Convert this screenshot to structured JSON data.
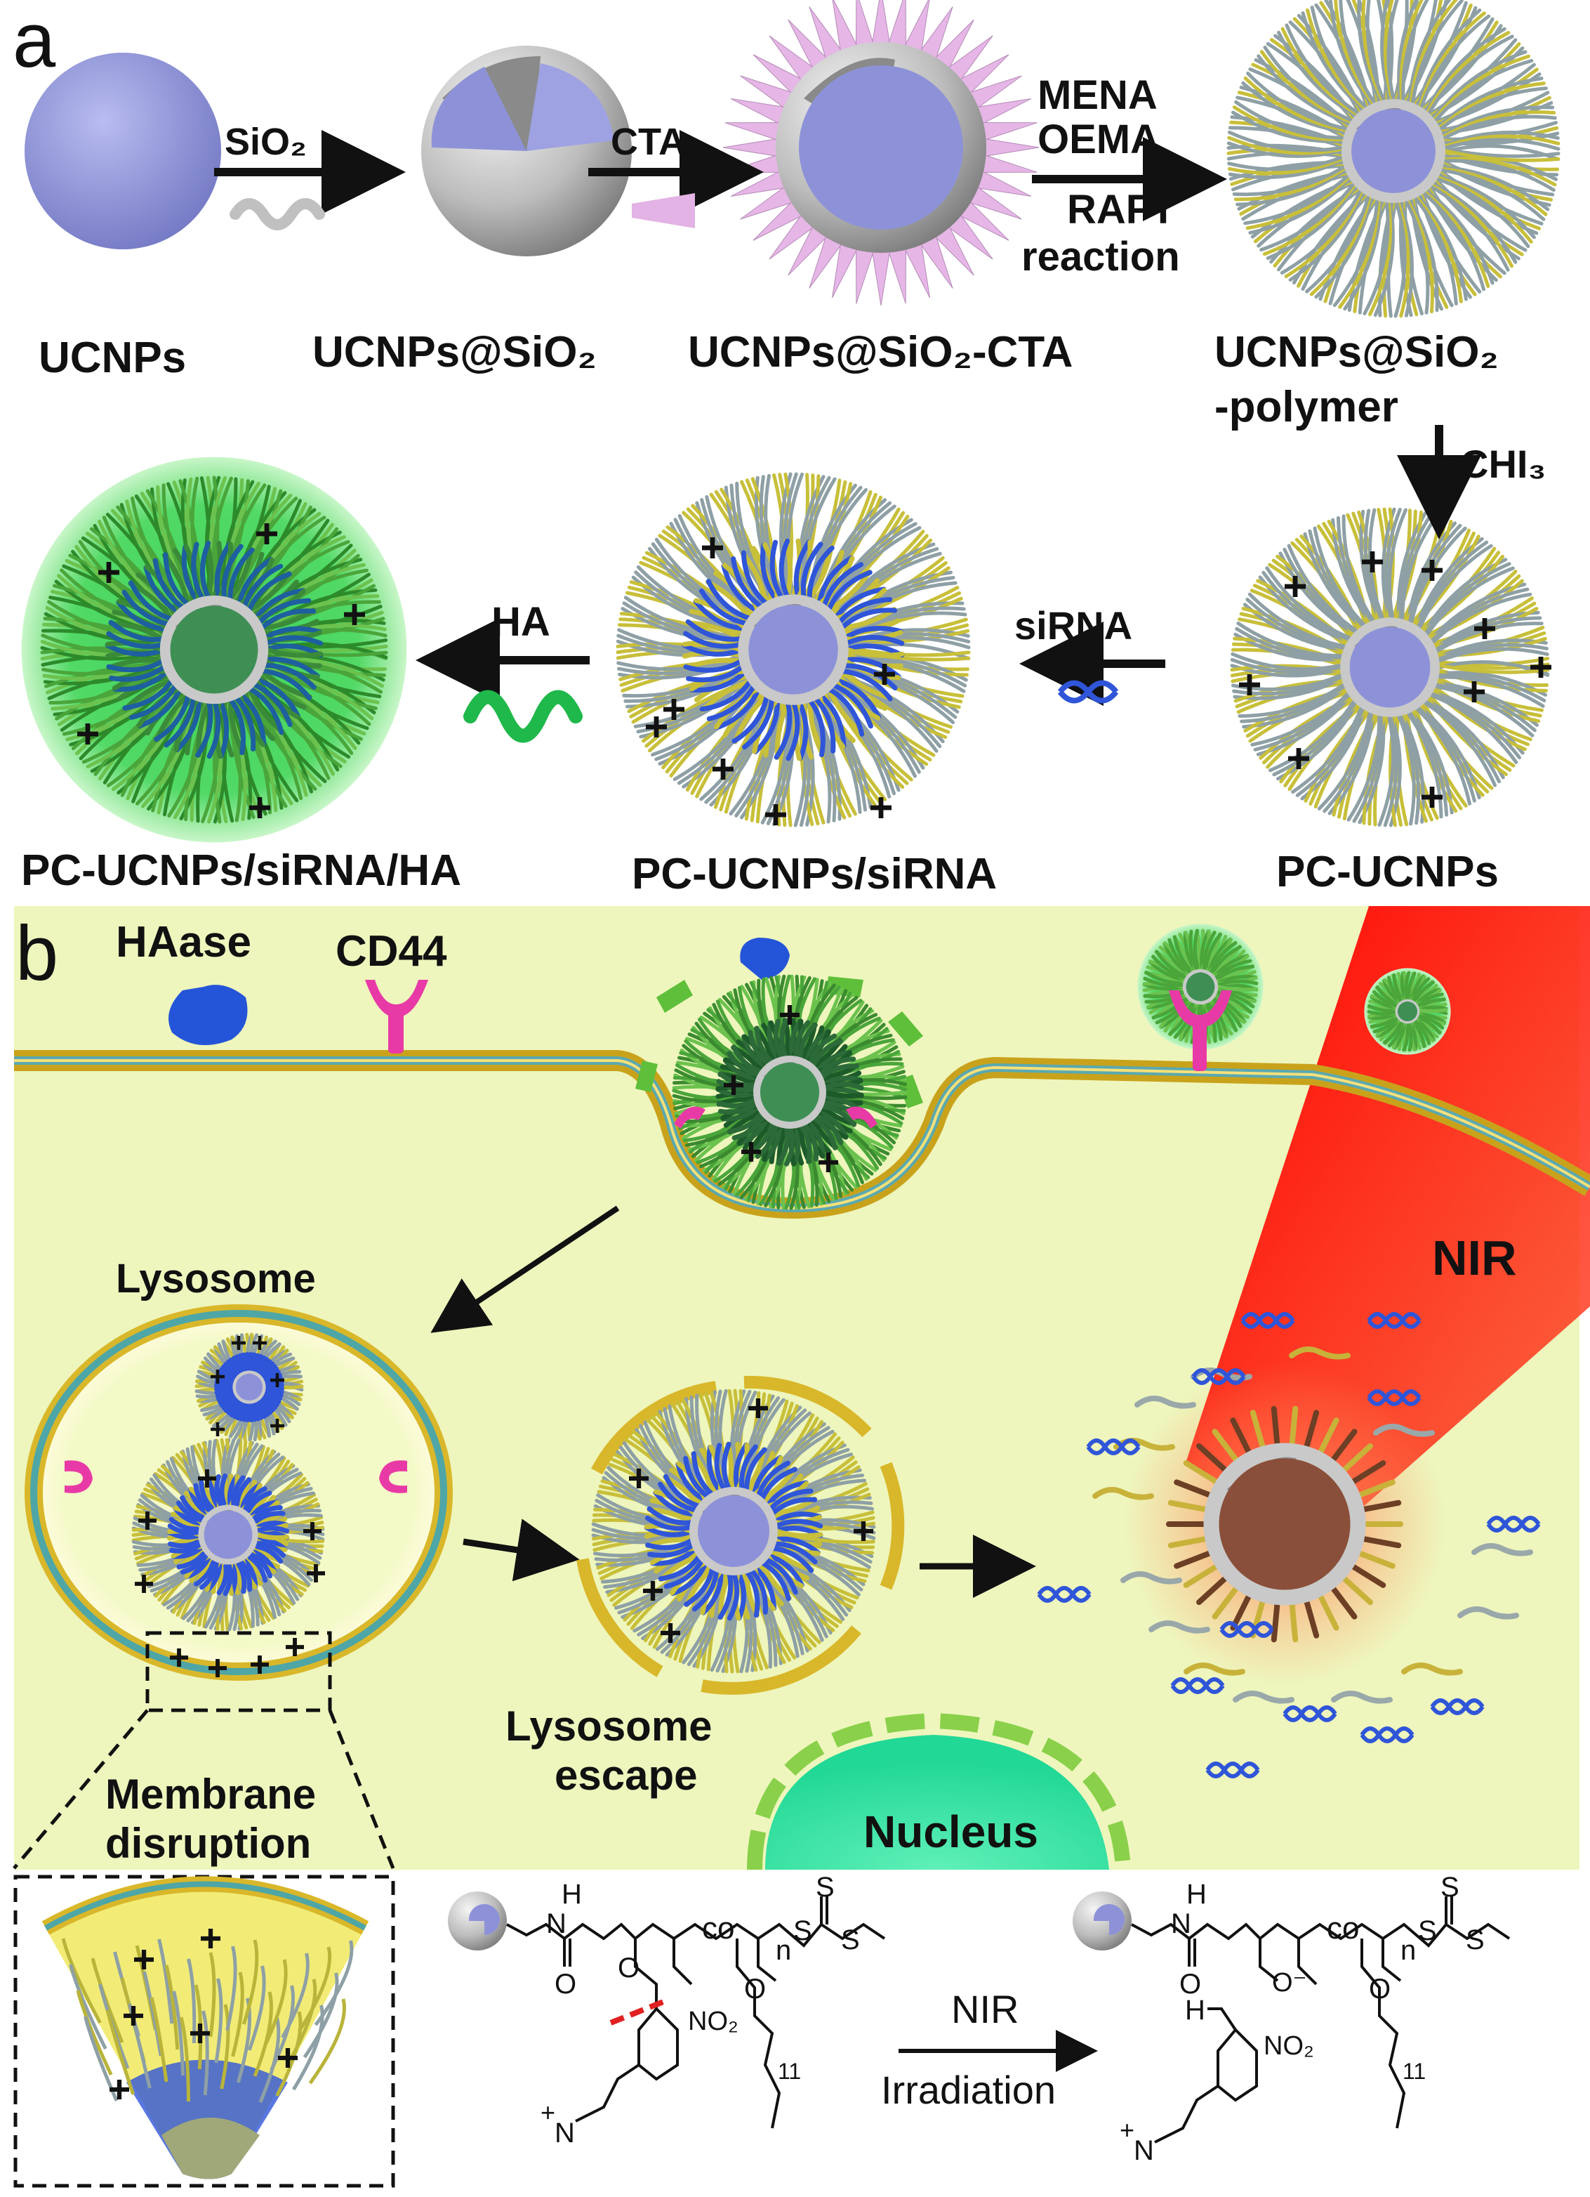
{
  "panel_a": {
    "letter": "a",
    "particles": {
      "ucnps": "UCNPs",
      "ucnps_sio2": "UCNPs@SiO₂",
      "ucnps_sio2_cta": "UCNPs@SiO₂-CTA",
      "ucnps_sio2_polymer_1": "UCNPs@SiO₂",
      "ucnps_sio2_polymer_2": "-polymer",
      "pc_ucnps": "PC-UCNPs",
      "pc_ucnps_sirna": "PC-UCNPs/siRNA",
      "pc_ucnps_sirna_ha": "PC-UCNPs/siRNA/HA"
    },
    "arrows": {
      "sio2": "SiO₂",
      "cta": "CTA",
      "mena": "MENA",
      "oema": "OEMA",
      "raft_1": "RAFT",
      "raft_2": "reaction",
      "chi3": "CHI₃",
      "sirna": "siRNA",
      "ha": "HA"
    }
  },
  "panel_b": {
    "letter": "b",
    "haase": "HAase",
    "cd44": "CD44",
    "lysosome": "Lysosome",
    "nir": "NIR",
    "escape_1": "Lysosome",
    "escape_2": "escape",
    "disruption_1": "Membrane",
    "disruption_2": "disruption",
    "nucleus": "Nucleus"
  },
  "scheme": {
    "nir": "NIR",
    "irradiation": "Irradiation",
    "left": {
      "nh": "N",
      "h": "H",
      "co": "co",
      "n": "n",
      "s1": "S",
      "s2": "S",
      "s3": "S",
      "o1": "O",
      "o2": "O",
      "o3": "O",
      "no2": "NO₂",
      "n11": "11",
      "nplus": "N",
      "plus": "+"
    },
    "right": {
      "nh": "N",
      "h": "H",
      "co": "co",
      "n": "n",
      "s1": "S",
      "s2": "S",
      "s3": "S",
      "o1": "O",
      "ominus": "O⁻",
      "o3": "O",
      "hc": "H",
      "no2": "NO₂",
      "n11": "11",
      "nplus": "N",
      "plus": "+"
    }
  },
  "colors": {
    "core": "#8d92d8",
    "shell": "#b7b7b7",
    "cta": "#e5b6e6",
    "polymer_gray": "#8ea0a5",
    "polymer_yellow": "#c8bf3a",
    "sirna": "#2f55d8",
    "ha": "#1fb84a",
    "cell": "#eef7b9",
    "cd44": "#e83aa6",
    "nir": "#ff1a1a",
    "nucleus": "#33e6a3"
  }
}
